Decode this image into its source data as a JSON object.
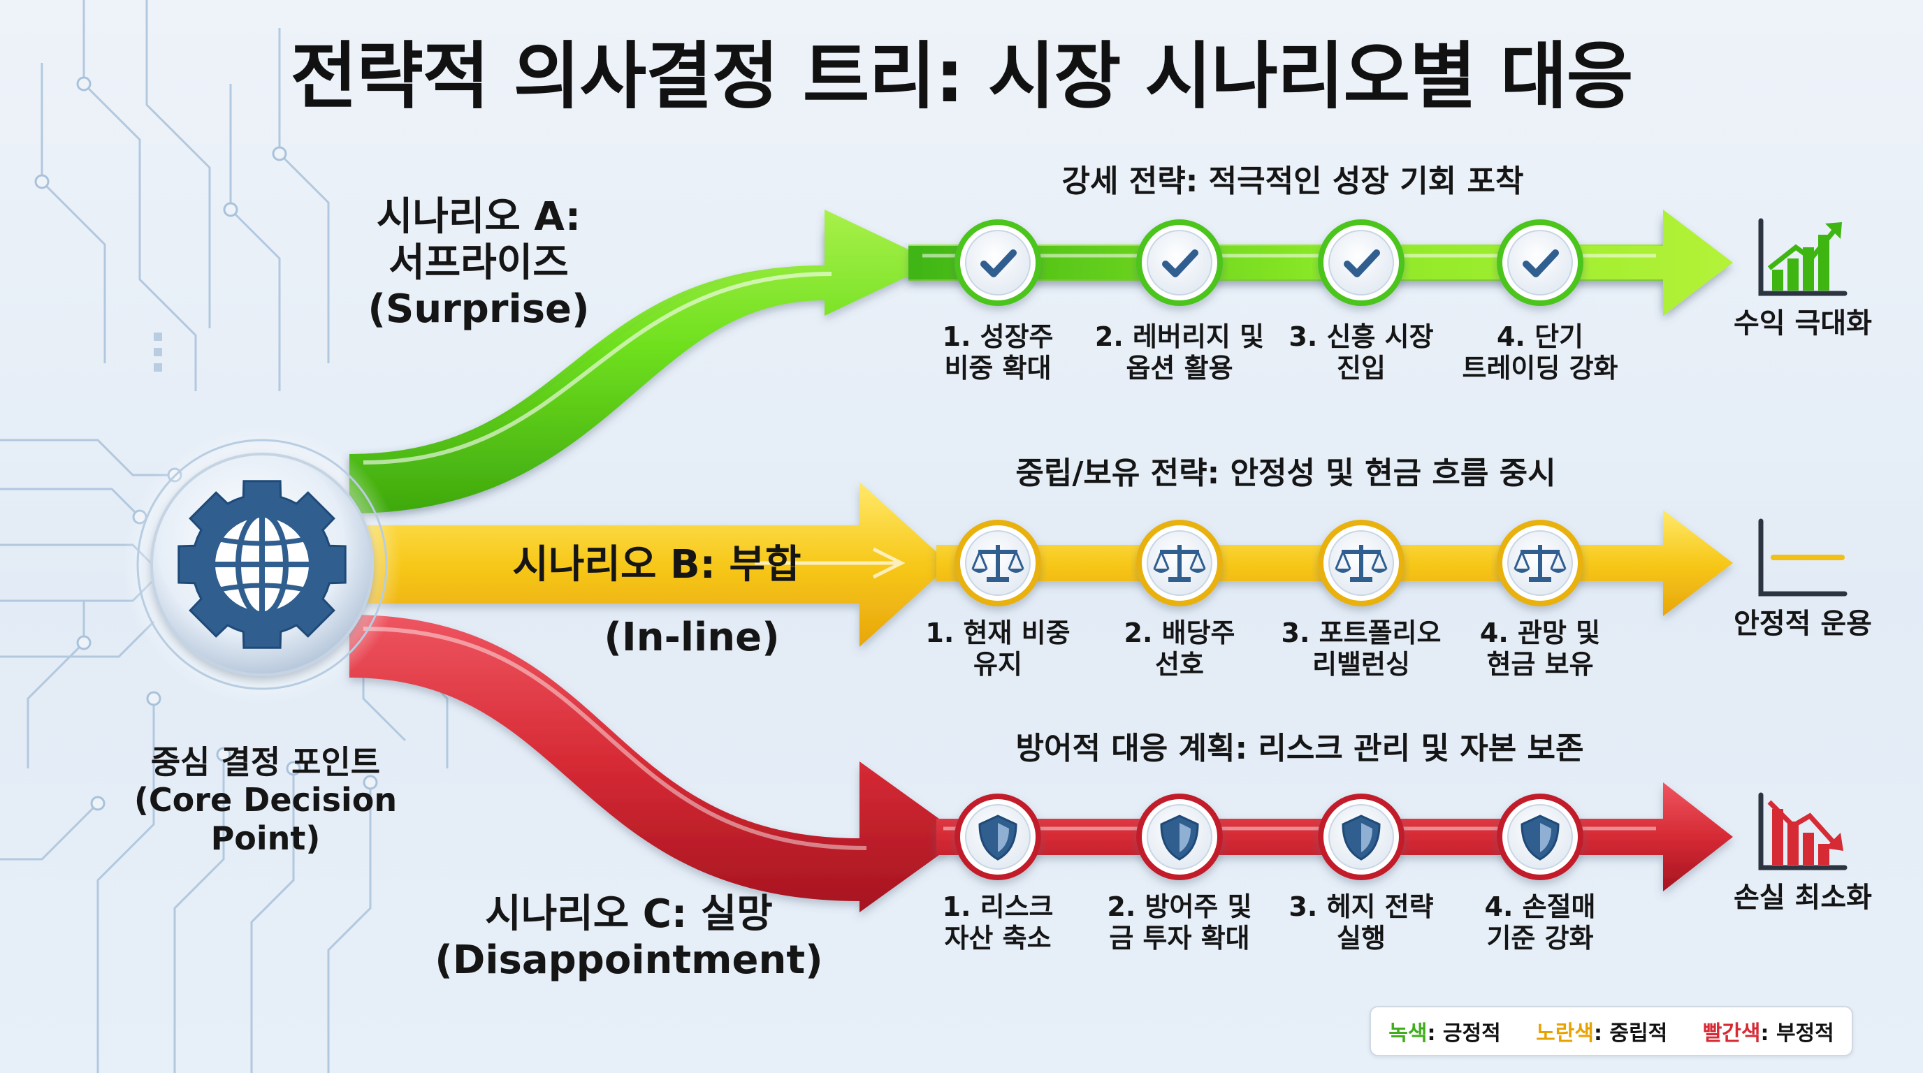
{
  "title": "전략적 의사결정 트리: 시장 시나리오별 대응",
  "core": {
    "label": "중심 결정 포인트\n(Core Decision Point)",
    "icon": "globe-gear-icon"
  },
  "scenarios": [
    {
      "name": "시나리오 A:\n서프라이즈\n(Surprise)",
      "strategy": "강세 전략: 적극적인 성장 기회 포착",
      "color": "#5fdc1c",
      "step_icon": "check-icon",
      "steps": [
        "1. 성장주\n비중 확대",
        "2. 레버리지 및\n옵션 활용",
        "3. 신흥 시장\n진입",
        "4. 단기\n트레이딩 강화"
      ],
      "outcome": "수익 극대화",
      "outcome_icon": "rising-chart-icon"
    },
    {
      "name": "시나리오 B: 부합",
      "name2": "(In-line)",
      "strategy": "중립/보유 전략: 안정성 및 현금 흐름 중시",
      "color": "#f7c81a",
      "step_icon": "scales-icon",
      "steps": [
        "1. 현재 비중\n유지",
        "2. 배당주\n선호",
        "3. 포트폴리오\n리밸런싱",
        "4. 관망 및\n현금 보유"
      ],
      "outcome": "안정적 운용",
      "outcome_icon": "flat-chart-icon"
    },
    {
      "name": "시나리오 C: 실망\n(Disappointment)",
      "strategy": "방어적 대응 계획: 리스크 관리 및 자본 보존",
      "color": "#d62a35",
      "step_icon": "shield-icon",
      "steps": [
        "1. 리스크\n자산 축소",
        "2. 방어주 및\n금 투자 확대",
        "3. 헤지 전략\n실행",
        "4. 손절매\n기준 강화"
      ],
      "outcome": "손실 최소화",
      "outcome_icon": "falling-chart-icon"
    }
  ],
  "legend": [
    {
      "color_name": "녹색",
      "meaning": ": 긍정적",
      "color": "#3fae1b"
    },
    {
      "color_name": "노란색",
      "meaning": ": 중립적",
      "color": "#e8a200"
    },
    {
      "color_name": "빨간색",
      "meaning": ": 부정적",
      "color": "#d62a35"
    }
  ]
}
